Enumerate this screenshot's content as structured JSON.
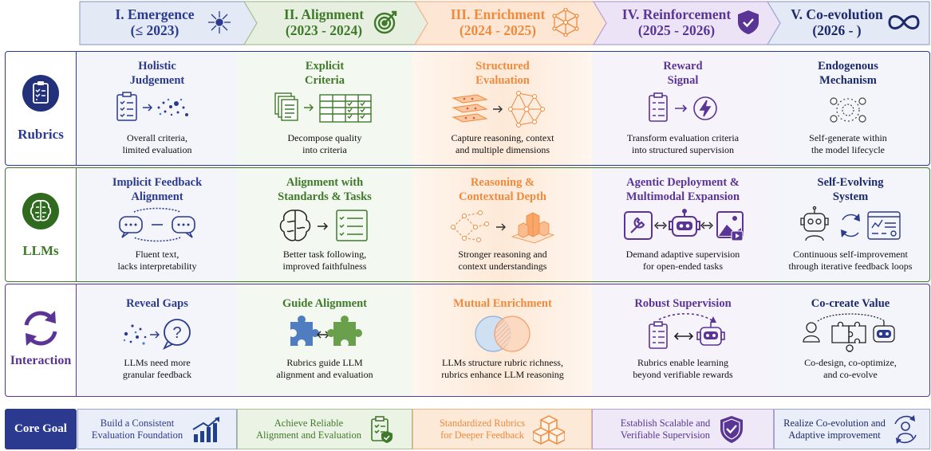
{
  "colors": {
    "emergence": "#2b3a8f",
    "alignment": "#3f7a2a",
    "enrichment": "#f08a3c",
    "reinforcement": "#5a3596",
    "coevolution": "#1c2a6b",
    "rubrics_border": "#2b3a8f",
    "llms_border": "#3f7a2a",
    "interaction_border": "#5a3596",
    "core_goal_bg": "#2b3a8f"
  },
  "phases": [
    {
      "title": "I. Emergence",
      "years": "(≤ 2023)",
      "icon": "sparkle-network-icon"
    },
    {
      "title": "II. Alignment",
      "years": "(2023 - 2024)",
      "icon": "target-icon"
    },
    {
      "title": "III. Enrichment",
      "years": "(2024 - 2025)",
      "icon": "mesh-network-icon"
    },
    {
      "title": "IV. Reinforcement",
      "years": "(2025 - 2026)",
      "icon": "shield-check-icon"
    },
    {
      "title": "V. Co-evolution",
      "years": "(2026 - )",
      "icon": "infinity-icon"
    }
  ],
  "rows": [
    {
      "label": "Rubrics",
      "icon": "clipboard-checklist-icon",
      "cells": [
        {
          "title": "Holistic\nJudgement",
          "desc": "Overall criteria,\nlimited evaluation",
          "icon": "checklist-to-scatter-icon"
        },
        {
          "title": "Explicit\nCriteria",
          "desc": "Decompose quality\ninto criteria",
          "icon": "documents-to-grid-icon"
        },
        {
          "title": "Structured\nEvaluation",
          "desc": "Capture reasoning, context\nand multiple dimensions",
          "icon": "layers-to-network-icon"
        },
        {
          "title": "Reward\nSignal",
          "desc": "Transform evaluation criteria\ninto structured supervision",
          "icon": "checklist-to-bolt-icon"
        },
        {
          "title": "Endogenous\nMechanism",
          "desc": "Self-generate within\nthe model lifecycle",
          "icon": "cycle-nodes-icon"
        }
      ]
    },
    {
      "label": "LLMs",
      "icon": "brain-circuit-icon",
      "cells": [
        {
          "title": "Implicit Feedback\nAlignment",
          "desc": "Fluent text,\nlacks interpretability",
          "icon": "chat-exchange-icon"
        },
        {
          "title": "Alignment with\nStandards & Tasks",
          "desc": "Better task following,\nimproved faithfulness",
          "icon": "brain-to-list-icon"
        },
        {
          "title": "Reasoning &\nContextual Depth",
          "desc": "Stronger reasoning and\ncontext understandings",
          "icon": "graph-to-cubes-icon"
        },
        {
          "title": "Agentic Deployment &\nMultimodal Expansion",
          "desc": "Demand adaptive supervision\nfor open-ended tasks",
          "icon": "tool-robot-media-icon"
        },
        {
          "title": "Self-Evolving\nSystem",
          "desc": "Continuous self-improvement\nthrough iterative feedback loops",
          "icon": "robot-cycle-dashboard-icon"
        }
      ]
    },
    {
      "label": "Interaction",
      "icon": "refresh-arrows-icon",
      "cells": [
        {
          "title": "Reveal Gaps",
          "desc": "LLMs need more\ngranular feedback",
          "icon": "dots-to-question-icon"
        },
        {
          "title": "Guide Alignment",
          "desc": "Rubrics guide LLM\nalignment and evaluation",
          "icon": "puzzle-pieces-icon"
        },
        {
          "title": "Mutual Enrichment",
          "desc": "LLMs structure rubric richness,\nrubrics enhance LLM reasoning",
          "icon": "venn-icon"
        },
        {
          "title": "Robust Supervision",
          "desc": "Rubrics enable learning\nbeyond verifiable rewards",
          "icon": "checklist-robot-loop-icon"
        },
        {
          "title": "Co-create Value",
          "desc": "Co-design, co-optimize,\nand co-evolve",
          "icon": "people-puzzle-robot-icon"
        }
      ]
    }
  ],
  "core_goal": {
    "label": "Core Goal",
    "items": [
      {
        "text": "Build a Consistent\nEvaluation Foundation",
        "icon": "growth-chart-icon"
      },
      {
        "text": "Achieve Reliable\nAlignment and Evaluation",
        "icon": "clipboard-shield-icon"
      },
      {
        "text": "Standardized Rubrics\nfor Deeper Feedback",
        "icon": "stacked-cubes-icon"
      },
      {
        "text": "Establish Scalable and\nVerifiable Supervision",
        "icon": "shield-check-icon"
      },
      {
        "text": "Realize Co-evolution and\nAdaptive improvement",
        "icon": "person-cycle-icon"
      }
    ]
  }
}
